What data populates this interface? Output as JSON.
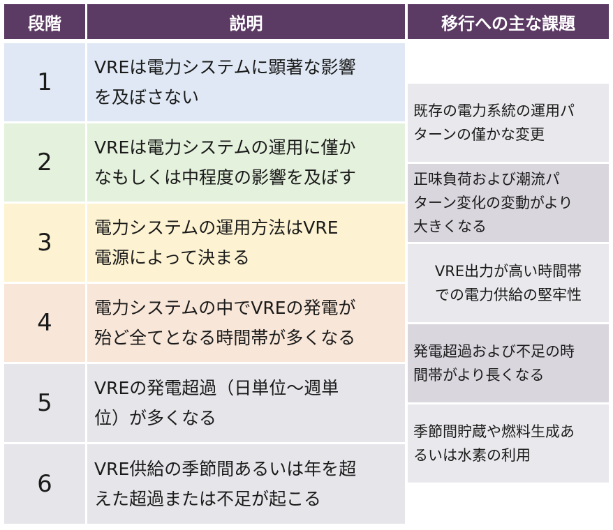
{
  "headers": {
    "stage": "段階",
    "description": "説明",
    "challenges": "移行への主な課題"
  },
  "stages": [
    {
      "number": "1",
      "line1": "VREは電力システムに顕著な影響",
      "line2": "を及ぼさない"
    },
    {
      "number": "2",
      "line1": "VREは電力システムの運用に僅か",
      "line2": "なもしくは中程度の影響を及ぼす"
    },
    {
      "number": "3",
      "line1": "電力システムの運用方法はVRE",
      "line2": "電源によって決まる"
    },
    {
      "number": "4",
      "line1": "電力システムの中でVREの発電が",
      "line2": "殆ど全てとなる時間帯が多くなる"
    },
    {
      "number": "5",
      "line1": "VREの発電超過（日単位〜週単",
      "line2": "位）が多くなる"
    },
    {
      "number": "6",
      "line1": "VRE供給の季節間あるいは年を超",
      "line2": "えた超過または不足が起こる"
    }
  ],
  "challenges": [
    {
      "lines": [
        "既存の電力系統の運用パ",
        "ターンの僅かな変更"
      ]
    },
    {
      "lines": [
        "正味負荷および潮流パ",
        "ターン変化の変動がより",
        "大きくなる"
      ]
    },
    {
      "lines": [
        "VRE出力が高い時間帯",
        "での電力供給の堅牢性"
      ]
    },
    {
      "lines": [
        "発電超過および不足の時",
        "間帯がより長くなる"
      ]
    },
    {
      "lines": [
        "季節間貯蔵や燃料生成あ",
        "るいは水素の利用"
      ]
    }
  ]
}
